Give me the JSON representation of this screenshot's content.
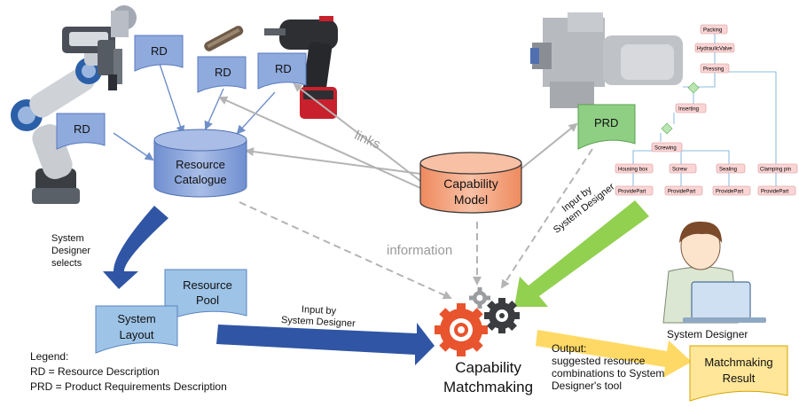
{
  "diagram": {
    "resource_descriptions": [
      "RD",
      "RD",
      "RD",
      "RD"
    ],
    "resource_catalogue": {
      "line1": "Resource",
      "line2": "Catalogue"
    },
    "capability_model": {
      "line1": "Capability",
      "line2": "Model"
    },
    "prd": "PRD",
    "links_label": "links",
    "information_label": "information",
    "system_designer_selects": [
      "System",
      "Designer",
      "selects"
    ],
    "resource_pool": {
      "line1": "Resource",
      "line2": "Pool"
    },
    "system_layout": {
      "line1": "System",
      "line2": "Layout"
    },
    "input_by_left": [
      "Input by",
      "System Designer"
    ],
    "input_by_right": [
      "Input by",
      "System Designer"
    ],
    "capability_matchmaking": [
      "Capability",
      "Matchmaking"
    ],
    "system_designer": "System Designer",
    "output": [
      "Output:",
      "suggested resource",
      "combinations to System",
      "Designer's tool"
    ],
    "matchmaking_result": {
      "line1": "Matchmaking",
      "line2": "Result"
    },
    "legend": {
      "title": "Legend:",
      "line1": "RD = Resource Description",
      "line2": "PRD = Product Requirements  Description"
    },
    "process_graph": {
      "nodes": [
        "Packing",
        "HydraulicValve",
        "Pressing",
        "Inserting",
        "Screwing",
        "Housing box",
        "Screw",
        "Sealing",
        "Clamping pin",
        "ProvidePart",
        "ProvidePart",
        "ProvidePart",
        "ProvidePart"
      ]
    },
    "colors": {
      "rd_blue": "#8faadc",
      "catalogue_blue": "#7e9fd8",
      "capability_orange": "#f4a582",
      "prd_green": "#8fcf84",
      "arrow_blue": "#2f55a4",
      "arrow_green": "#92d050",
      "arrow_yellow": "#ffd966",
      "result_yellow": "#ffe699",
      "grey_link": "#b4b4b4",
      "gear_orange": "#e8542e"
    }
  }
}
